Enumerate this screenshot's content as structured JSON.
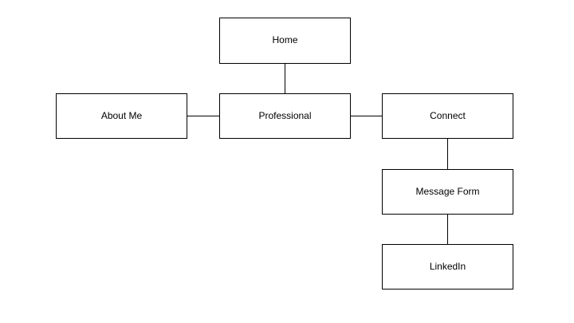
{
  "sitemap": {
    "nodes": {
      "home": {
        "label": "Home"
      },
      "about": {
        "label": "About Me"
      },
      "professional": {
        "label": "Professional"
      },
      "connect": {
        "label": "Connect"
      },
      "message_form": {
        "label": "Message Form"
      },
      "linkedin": {
        "label": "LinkedIn"
      }
    },
    "edges": [
      [
        "home",
        "professional"
      ],
      [
        "about",
        "professional"
      ],
      [
        "professional",
        "connect"
      ],
      [
        "connect",
        "message_form"
      ],
      [
        "message_form",
        "linkedin"
      ]
    ]
  }
}
